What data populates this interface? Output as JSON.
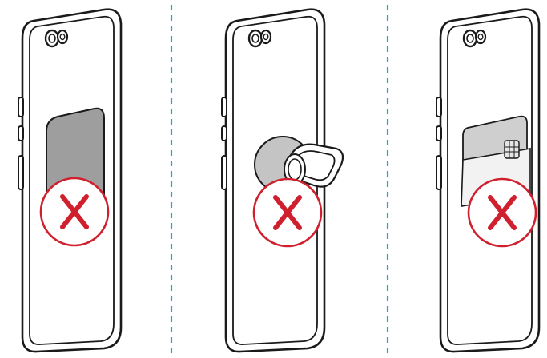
{
  "colors": {
    "line": "#1a1a1a",
    "divider": "#2aa5c8",
    "prohibit": "#d0202e",
    "plate_fill": "#9e9e9e",
    "ring_fill": "#c4c4c4",
    "card_fill": "#cfcfcf",
    "background": "#ffffff"
  },
  "panels": [
    {
      "accessory": "metal-plate",
      "prohibited": true
    },
    {
      "accessory": "ring-holder",
      "prohibited": true
    },
    {
      "accessory": "card-holder",
      "prohibited": true
    }
  ],
  "icons": [
    "phone-case-icon",
    "camera-icon",
    "prohibited-icon"
  ]
}
